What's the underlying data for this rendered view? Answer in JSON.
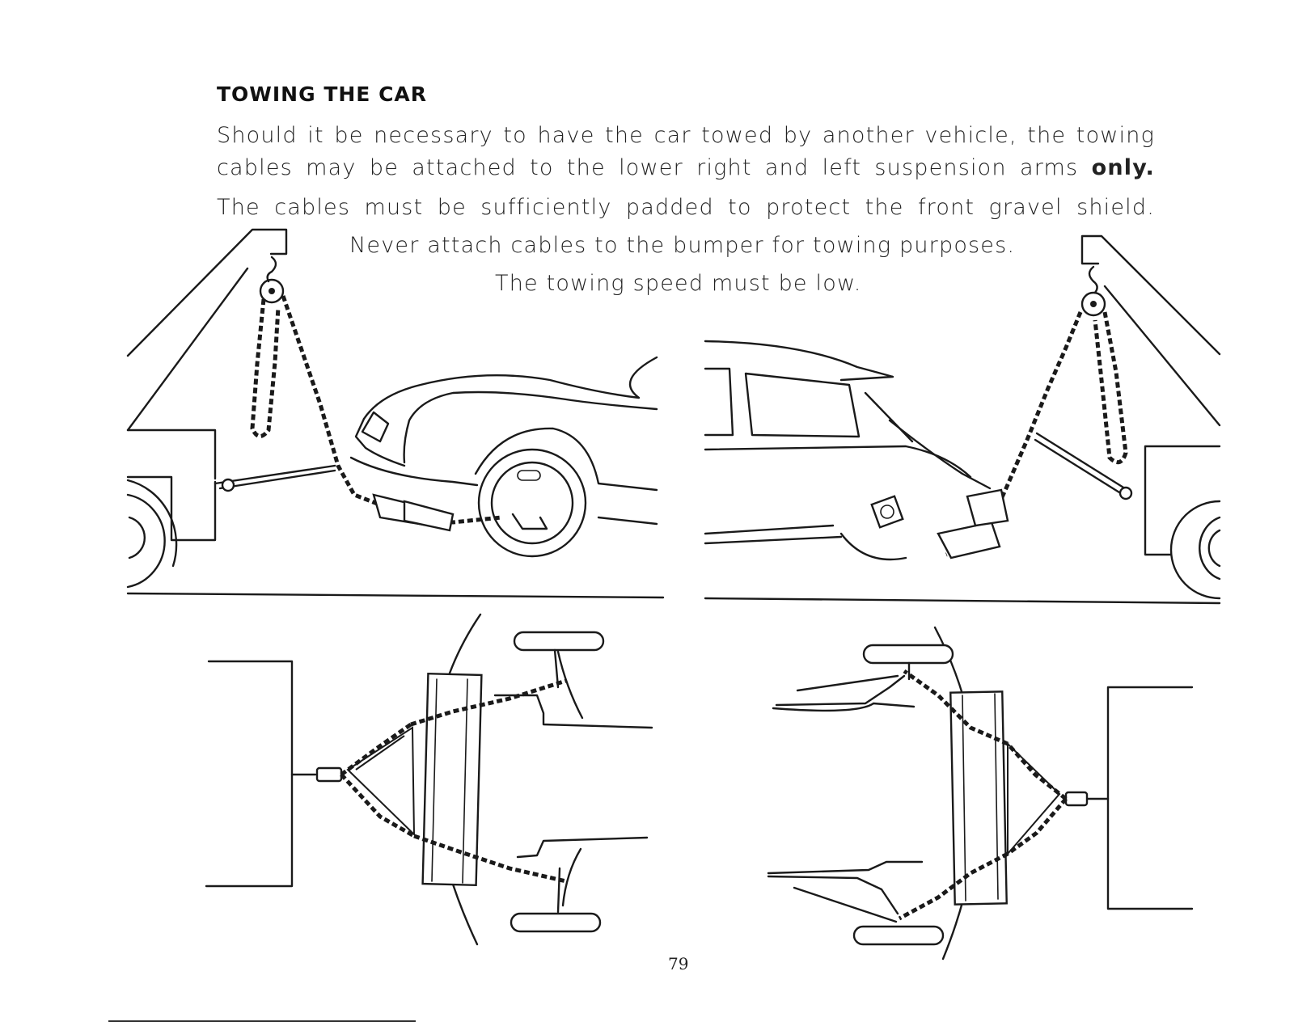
{
  "section": {
    "heading": "TOWING THE CAR",
    "paragraph1_text": "Should it be necessary to have the car towed by another vehicle, the towing cables may be attached to the lower right and left suspension arms",
    "paragraph1_emphasis": "only.",
    "paragraph2": "The cables must be sufficiently padded to protect the front gravel shield.",
    "paragraph3": "Never attach cables to the bumper for towing purposes.",
    "paragraph4": "The towing speed must be low."
  },
  "illustrations": {
    "top_left": "tow-truck-side-view-left",
    "top_right": "tow-truck-side-view-right",
    "bottom_left": "chain-attachment-top-view-left",
    "bottom_right": "chain-attachment-top-view-right"
  },
  "footer": {
    "page_number": "79"
  }
}
